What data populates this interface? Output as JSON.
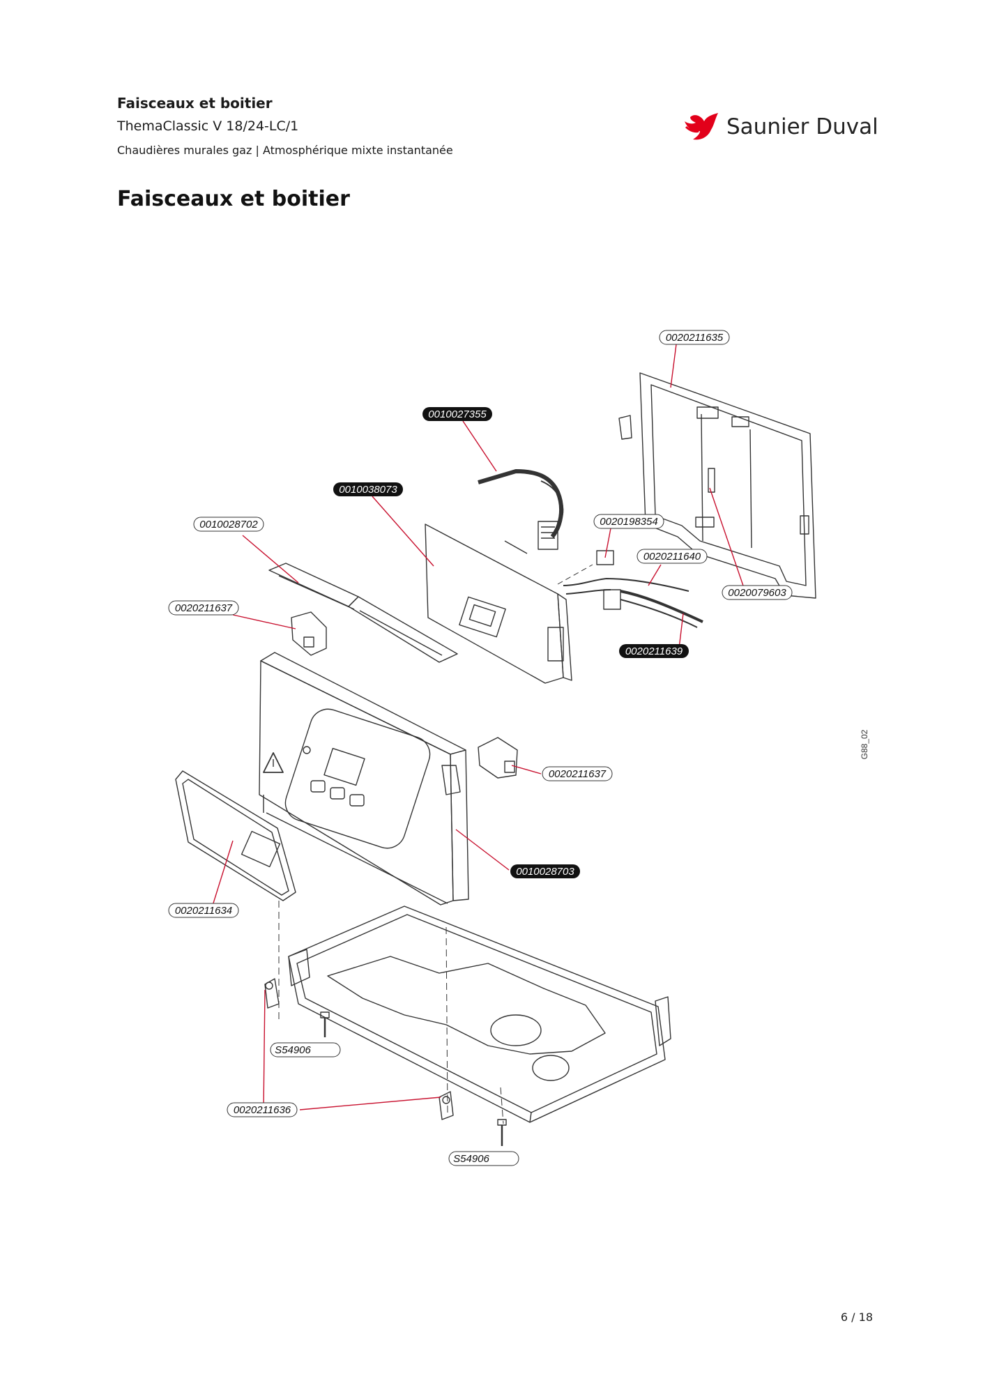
{
  "header": {
    "section": "Faisceaux et boitier",
    "model": "ThemaClassic V 18/24-LC/1",
    "category": "Chaudières murales gaz | Atmosphérique mixte instantanée"
  },
  "title": "Faisceaux et boitier",
  "brand": {
    "name": "Saunier Duval",
    "color": "#e2001a"
  },
  "figure_code": "G88_02",
  "page": "6 / 18",
  "parts": {
    "p0020211635": "0020211635",
    "p0010027355": "0010027355",
    "p0010038073": "0010038073",
    "p0010028702": "0010028702",
    "p0020198354": "0020198354",
    "p0020211640": "0020211640",
    "p0020079603": "0020079603",
    "p0020211637a": "0020211637",
    "p0020211639": "0020211639",
    "p0020211637b": "0020211637",
    "p0020211634": "0020211634",
    "p0010028703": "0010028703",
    "pS54906a": "S54906",
    "p0020211636": "0020211636",
    "pS54906b": "S54906"
  },
  "colors": {
    "leader": "#c8102e",
    "badge_dark": "#111111",
    "line": "#333333"
  }
}
